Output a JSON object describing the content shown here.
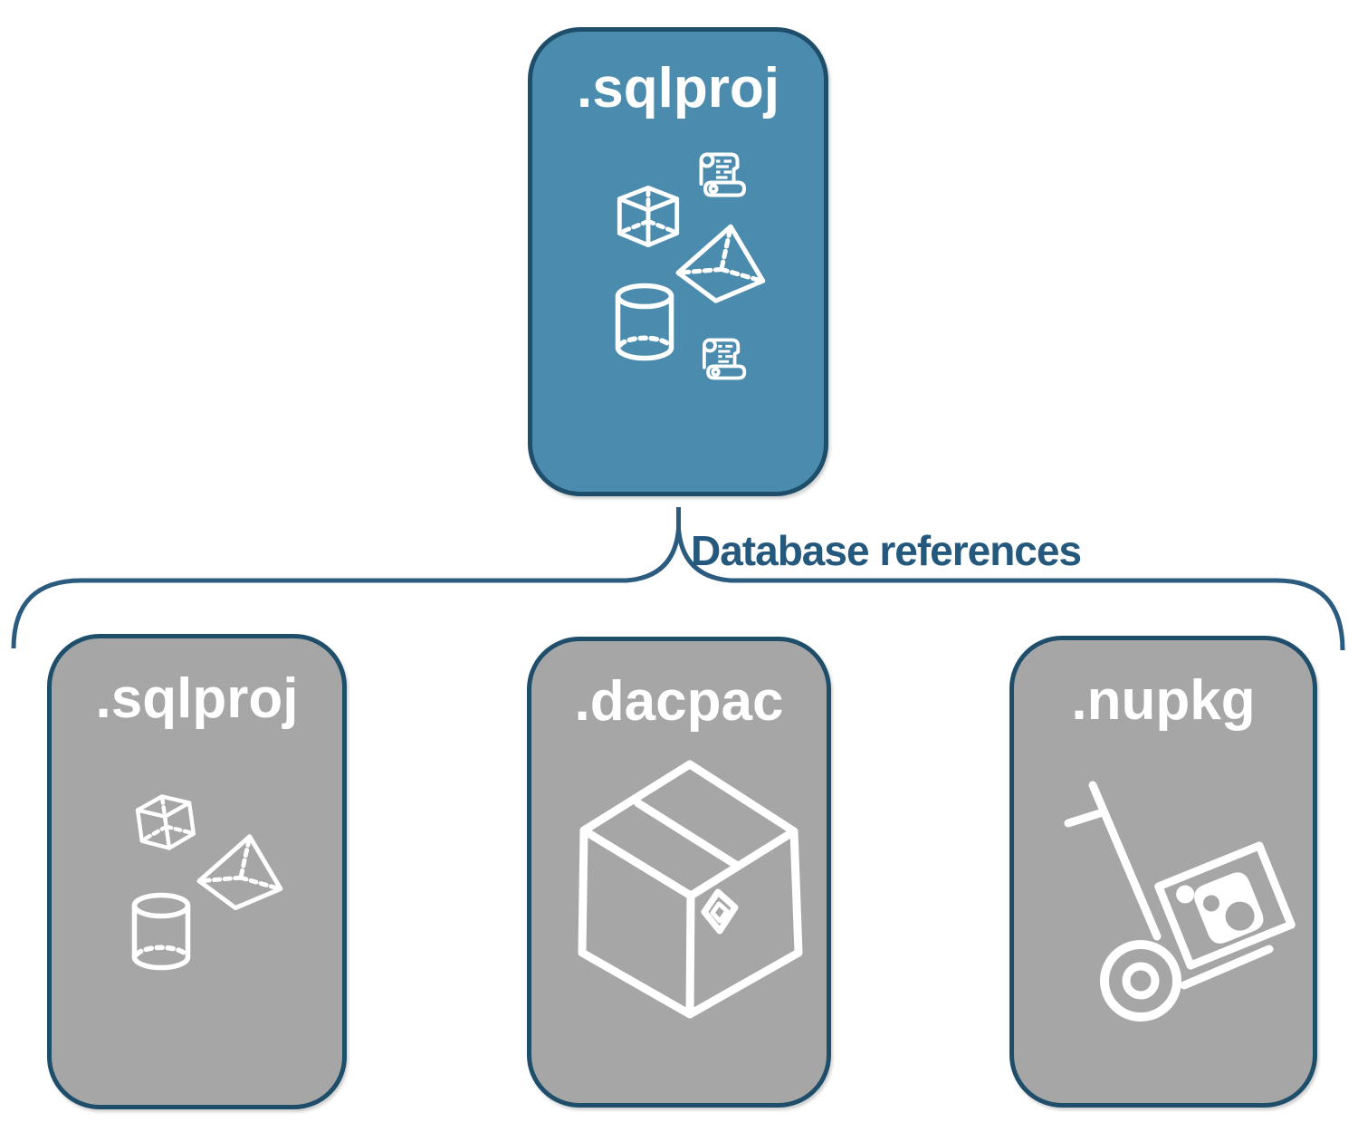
{
  "diagram": {
    "root_card": {
      "label": ".sqlproj",
      "icons": [
        "scroll-icon",
        "cube-icon",
        "pyramid-icon",
        "cylinder-icon",
        "scroll-icon"
      ]
    },
    "connector": {
      "label": "Database references"
    },
    "child_cards": [
      {
        "label": ".sqlproj",
        "icons": [
          "cube-icon",
          "pyramid-icon",
          "cylinder-icon"
        ]
      },
      {
        "label": ".dacpac",
        "icons": [
          "package-box-icon"
        ]
      },
      {
        "label": ".nupkg",
        "icons": [
          "hand-truck-icon",
          "nuget-package-icon"
        ]
      }
    ],
    "colors": {
      "root_fill": "#4b8cae",
      "child_fill": "#a6a6a6",
      "card_border": "#1f4e6b",
      "connector_line": "#2b5b7e",
      "connector_label_color": "#24587c",
      "card_text": "#ffffff",
      "canvas_background": "#ffffff"
    }
  }
}
